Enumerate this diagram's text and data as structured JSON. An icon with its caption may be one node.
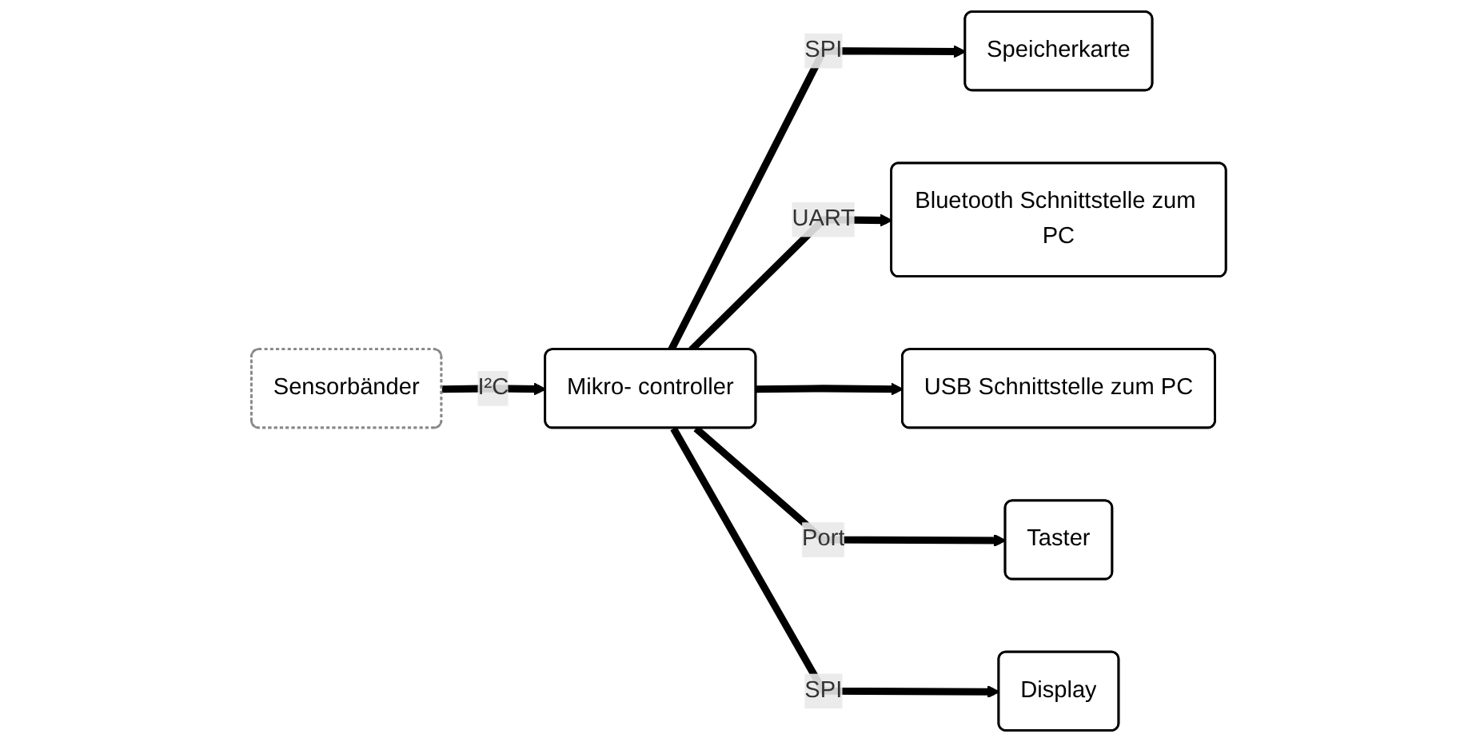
{
  "diagram": {
    "nodes": [
      {
        "text": [
          "Speicherkarte"
        ]
      },
      {
        "text": [
          "Bluetooth Schnittstelle zum PC"
        ]
      },
      {
        "text": [
          "Sensorbänder"
        ]
      },
      {
        "text": [
          "Mikro- controller"
        ]
      },
      {
        "text": [
          "Taster"
        ]
      },
      {
        "text": [
          "Display"
        ]
      },
      {
        "text": [
          "USB Schnittstelle zum PC"
        ]
      }
    ],
    "edges": [
      {
        "from": 2,
        "to": 3,
        "arrow": "to",
        "label": "I²C"
      },
      {
        "from": 3,
        "to": 0,
        "arrow": "to",
        "label": "SPI"
      },
      {
        "from": 3,
        "to": 1,
        "arrow": "to",
        "label": "UART"
      },
      {
        "from": 3,
        "to": 6,
        "arrow": "to"
      },
      {
        "from": 3,
        "to": 4,
        "arrow": "to",
        "label": "Port"
      },
      {
        "from": 3,
        "to": 5,
        "arrow": "to",
        "label": "SPI"
      }
    ]
  }
}
